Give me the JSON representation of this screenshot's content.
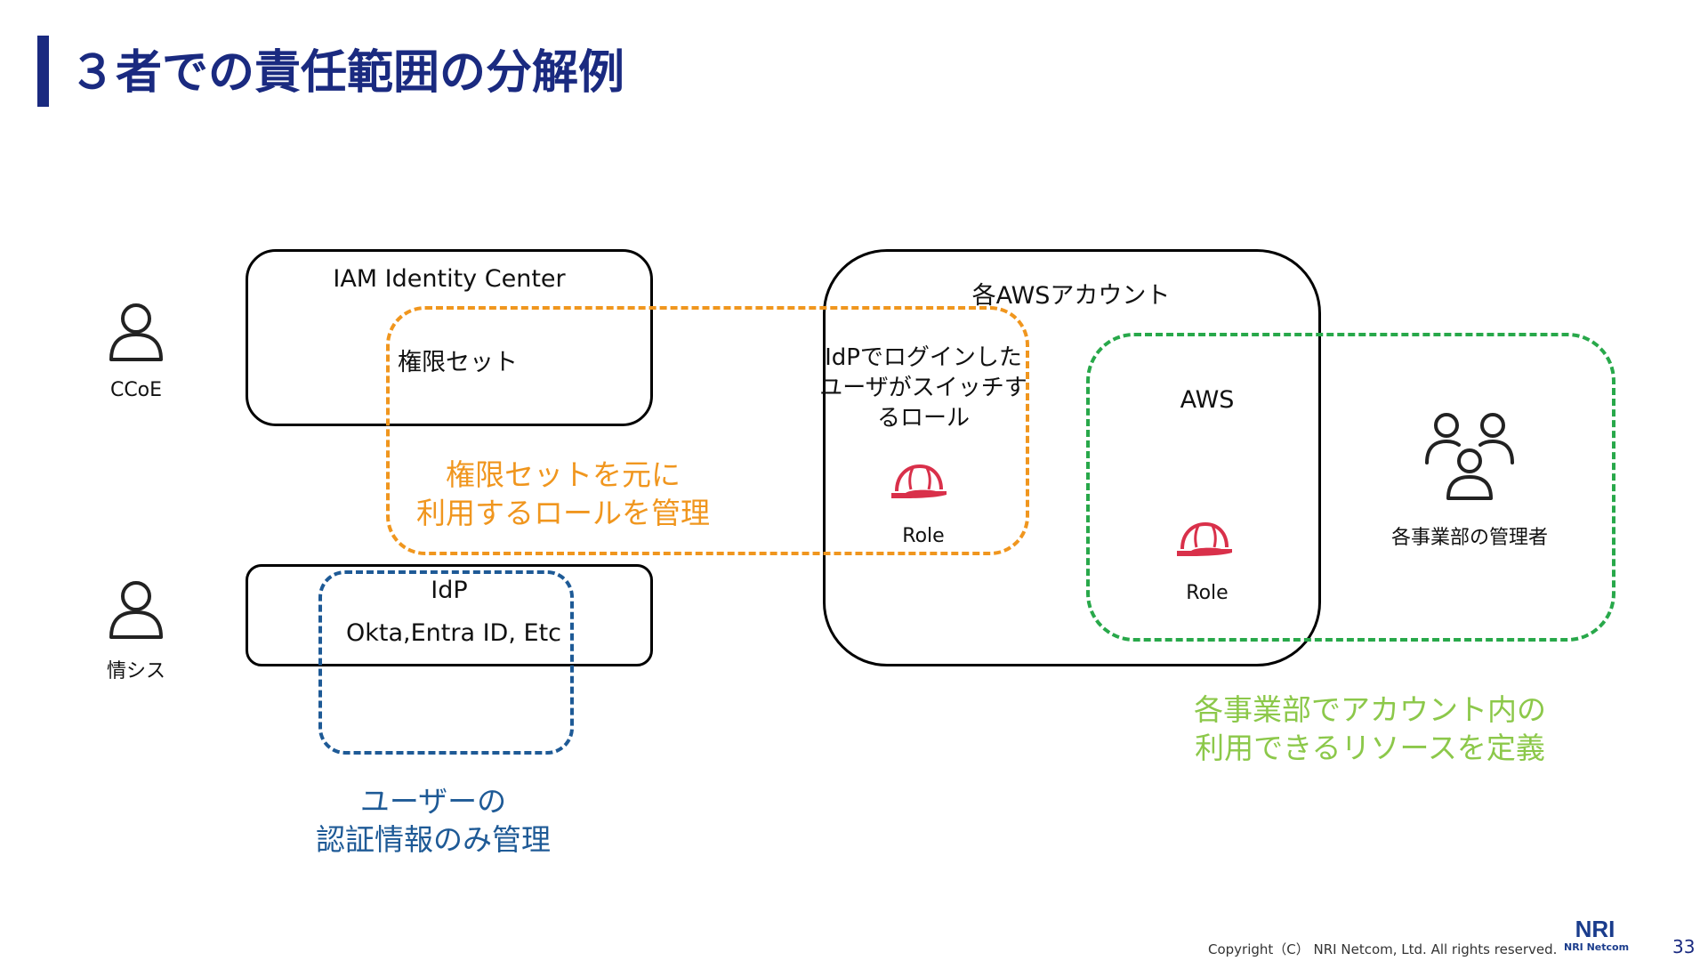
{
  "title": "３者での責任範囲の分解例",
  "actors": {
    "ccoe": "CCoE",
    "joushi": "情シス",
    "business_admins": "各事業部の管理者"
  },
  "iam_box": {
    "title": "IAM Identity Center",
    "permission_set": "権限セット"
  },
  "idp_box": {
    "title": "IdP",
    "examples": "Okta,Entra ID, Etc"
  },
  "aws_account_box": {
    "title": "各AWSアカウント",
    "idp_role_desc": [
      "IdPでログインした",
      "ユーザがスイッチす",
      "るロール"
    ],
    "idp_role_label": "Role",
    "aws_label": "AWS",
    "aws_role_label": "Role"
  },
  "annotations": {
    "orange": [
      "権限セットを元に",
      "利用するロールを管理"
    ],
    "blue": [
      "ユーザーの",
      "認証情報のみ管理"
    ],
    "green": [
      "各事業部でアカウント内の",
      "利用できるリソースを定義"
    ]
  },
  "colors": {
    "title": "#1a2a80",
    "orange": "#f0961e",
    "blue": "#1e5a96",
    "green": "#28a84a",
    "green_text": "#8cc84a",
    "helmet": "#d9304a"
  },
  "footer": {
    "copyright": "Copyright（C） NRI Netcom, Ltd. All rights reserved.",
    "logo_main": "NRI",
    "logo_sub": "NRI Netcom",
    "page_number": "33"
  }
}
